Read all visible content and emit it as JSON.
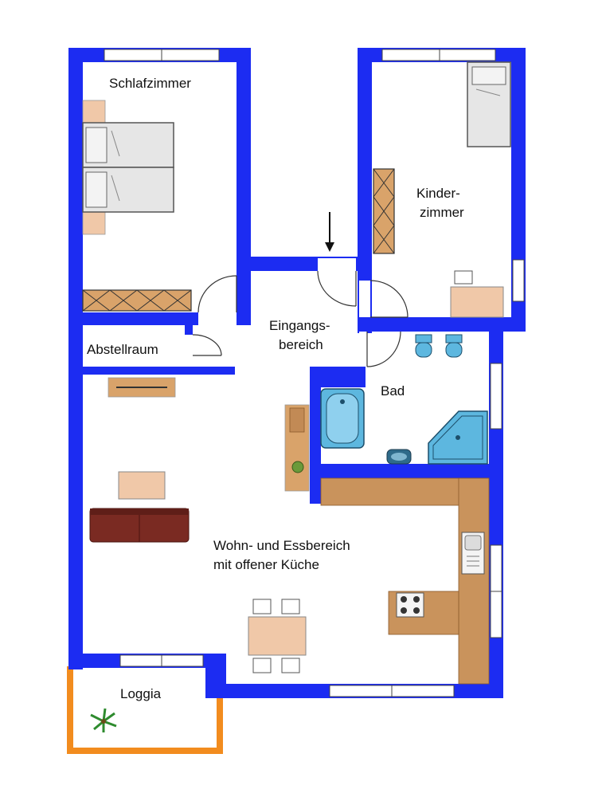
{
  "colors": {
    "wall": "#1c2cf2",
    "loggia": "#f28c1e",
    "window": "#ffffff",
    "wood": "#d9a36a",
    "bed": "#e6e6e6",
    "sofa": "#7a2a22",
    "sanitary": "#5db7df"
  },
  "rooms": {
    "schlafzimmer": "Schlafzimmer",
    "kinderzimmer_1": "Kinder-",
    "kinderzimmer_2": "zimmer",
    "abstellraum": "Abstellraum",
    "eingang_1": "Eingangs-",
    "eingang_2": "bereich",
    "bad": "Bad",
    "wohnen_1": "Wohn- und Essbereich",
    "wohnen_2": "mit offener Küche",
    "loggia": "Loggia"
  },
  "icons": {
    "entrance": "entrance-arrow-icon",
    "plant": "palm-plant-icon"
  }
}
